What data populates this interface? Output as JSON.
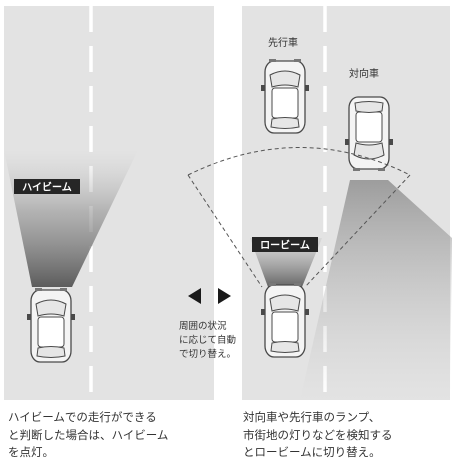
{
  "left_panel": {
    "beam_label": "ハイビーム",
    "caption_lines": [
      "ハイビームでの走行ができる",
      "と判断した場合は、ハイビーム",
      "を点灯。"
    ]
  },
  "right_panel": {
    "preceding_car_label": "先行車",
    "oncoming_car_label": "対向車",
    "beam_label": "ロービーム",
    "caption_lines": [
      "対向車や先行車のランプ、",
      "市街地の灯りなどを検知する",
      "とロービームに切り替え。"
    ]
  },
  "middle": {
    "switch_text_lines": [
      "周囲の状況",
      "に応じて自動",
      "で切り替え。"
    ]
  },
  "colors": {
    "road": "#e3e3e3",
    "lane_marking": "#ffffff",
    "label_bg": "#262626",
    "label_text": "#ffffff",
    "car_body": "#f4f4f4",
    "car_outline": "#4a4a4a"
  }
}
